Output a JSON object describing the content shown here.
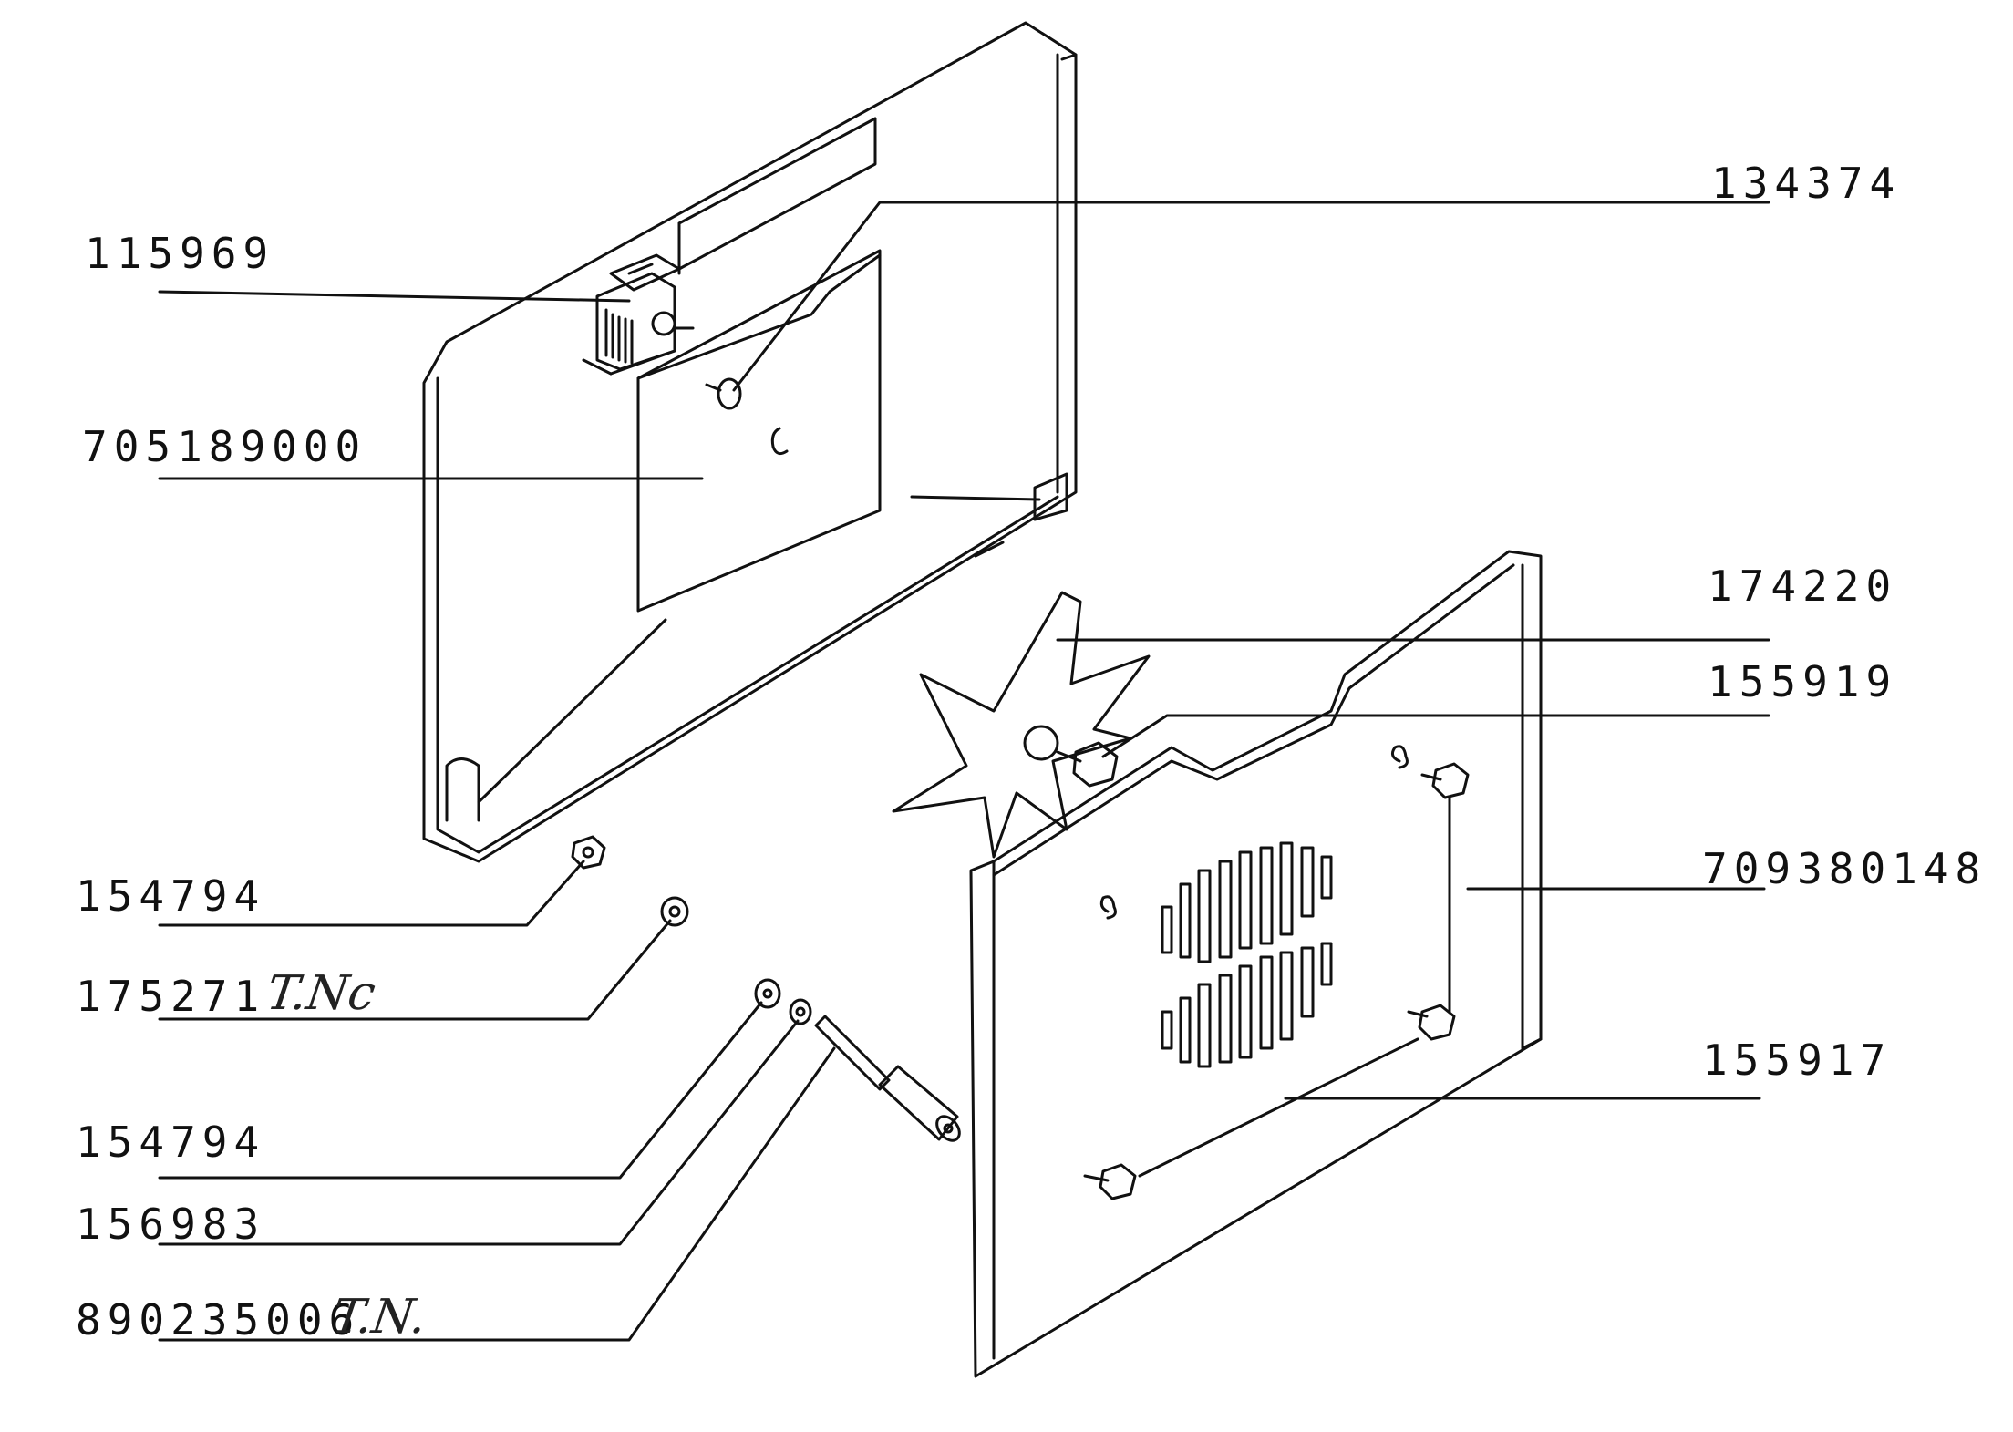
{
  "diagram": {
    "labels": {
      "fan_motor": "115969",
      "motor_screw": "134374",
      "back_panel": "705189000",
      "fan_blade": "174220",
      "fan_nut": "155919",
      "fan_cover": "709380148",
      "cover_screw": "155917",
      "nut_upper": "154794",
      "washer_175271": "175271",
      "nut_lower": "154794",
      "washer_156983": "156983",
      "bolt": "890235006"
    },
    "handwritten": {
      "note_175271": "T.Nc",
      "note_890235006": "T.N."
    }
  }
}
